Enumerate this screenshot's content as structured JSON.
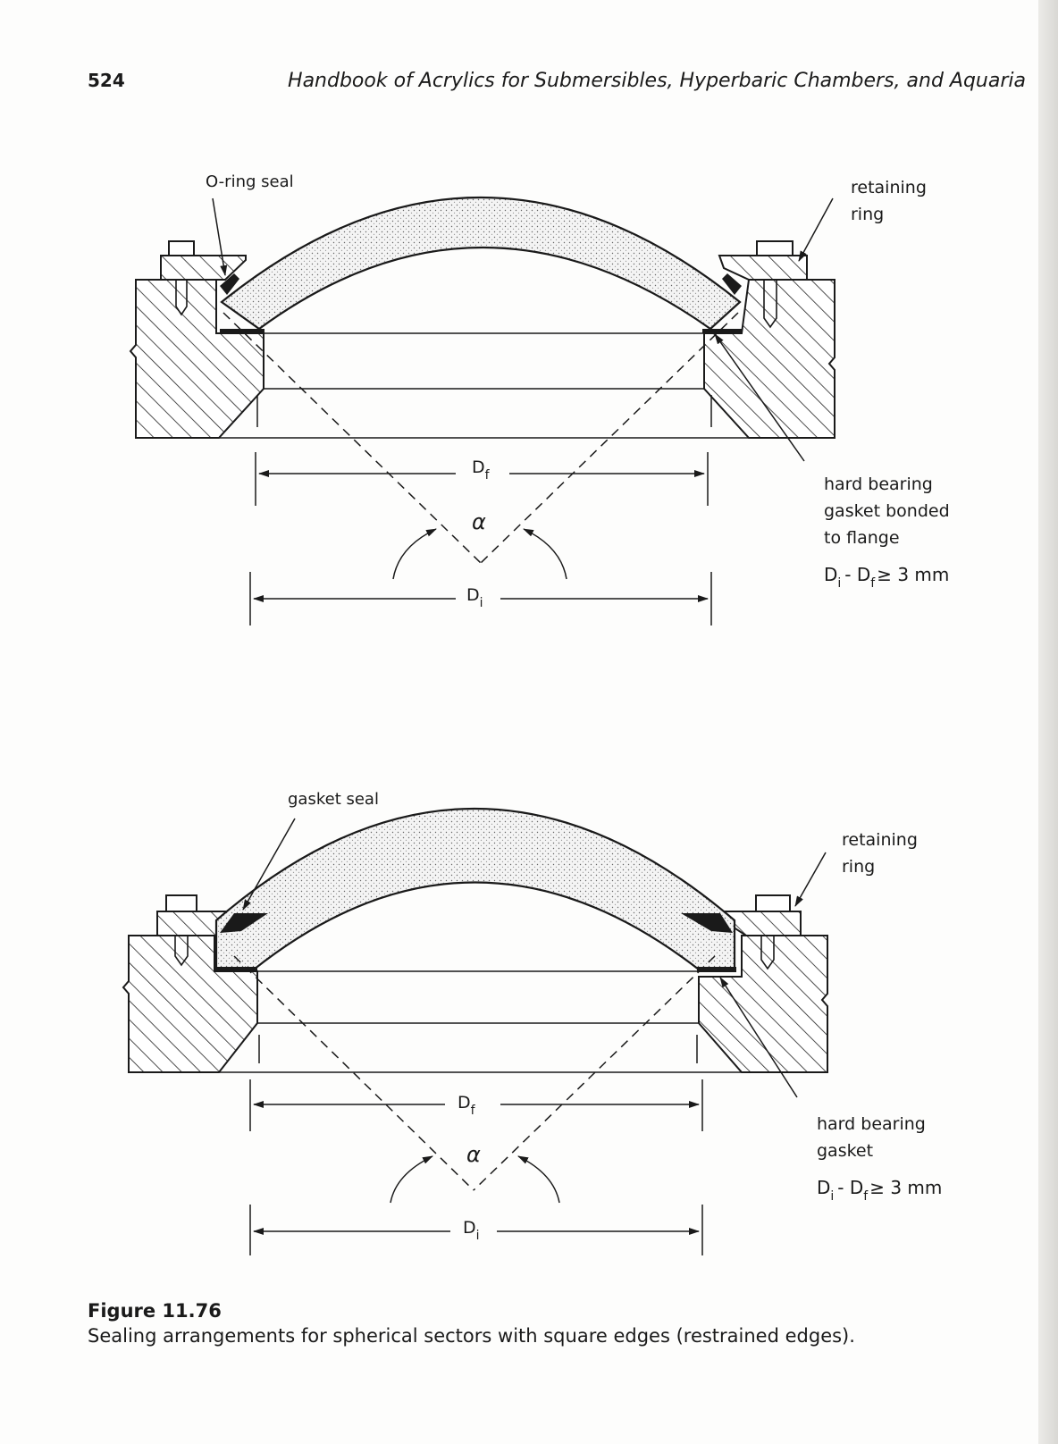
{
  "header": {
    "page_number": "524",
    "running_title": "Handbook of Acrylics for Submersibles, Hyperbaric Chambers, and Aquaria"
  },
  "top_figure": {
    "seal_label": "O-ring seal",
    "ring_label_1": "retaining",
    "ring_label_2": "ring",
    "gasket_label_1": "hard bearing",
    "gasket_label_2": "gasket bonded",
    "gasket_label_3": "to flange",
    "df_label": "D",
    "df_sub": "f",
    "di_label": "D",
    "di_sub": "i",
    "alpha": "α",
    "formula": {
      "d": "D",
      "i": "i",
      "minus": "- D",
      "f": "f",
      "rest": "≥ 3 mm"
    }
  },
  "bottom_figure": {
    "seal_label": "gasket seal",
    "ring_label_1": "retaining",
    "ring_label_2": "ring",
    "gasket_label_1": "hard bearing",
    "gasket_label_2": "gasket",
    "df_label": "D",
    "df_sub": "f",
    "di_label": "D",
    "di_sub": "i",
    "alpha": "α",
    "formula": {
      "d": "D",
      "i": "i",
      "minus": "- D",
      "f": "f",
      "rest": "≥ 3 mm"
    }
  },
  "caption": {
    "label": "Figure 11.76",
    "text": "Sealing arrangements for spherical sectors with square edges (restrained edges)."
  }
}
